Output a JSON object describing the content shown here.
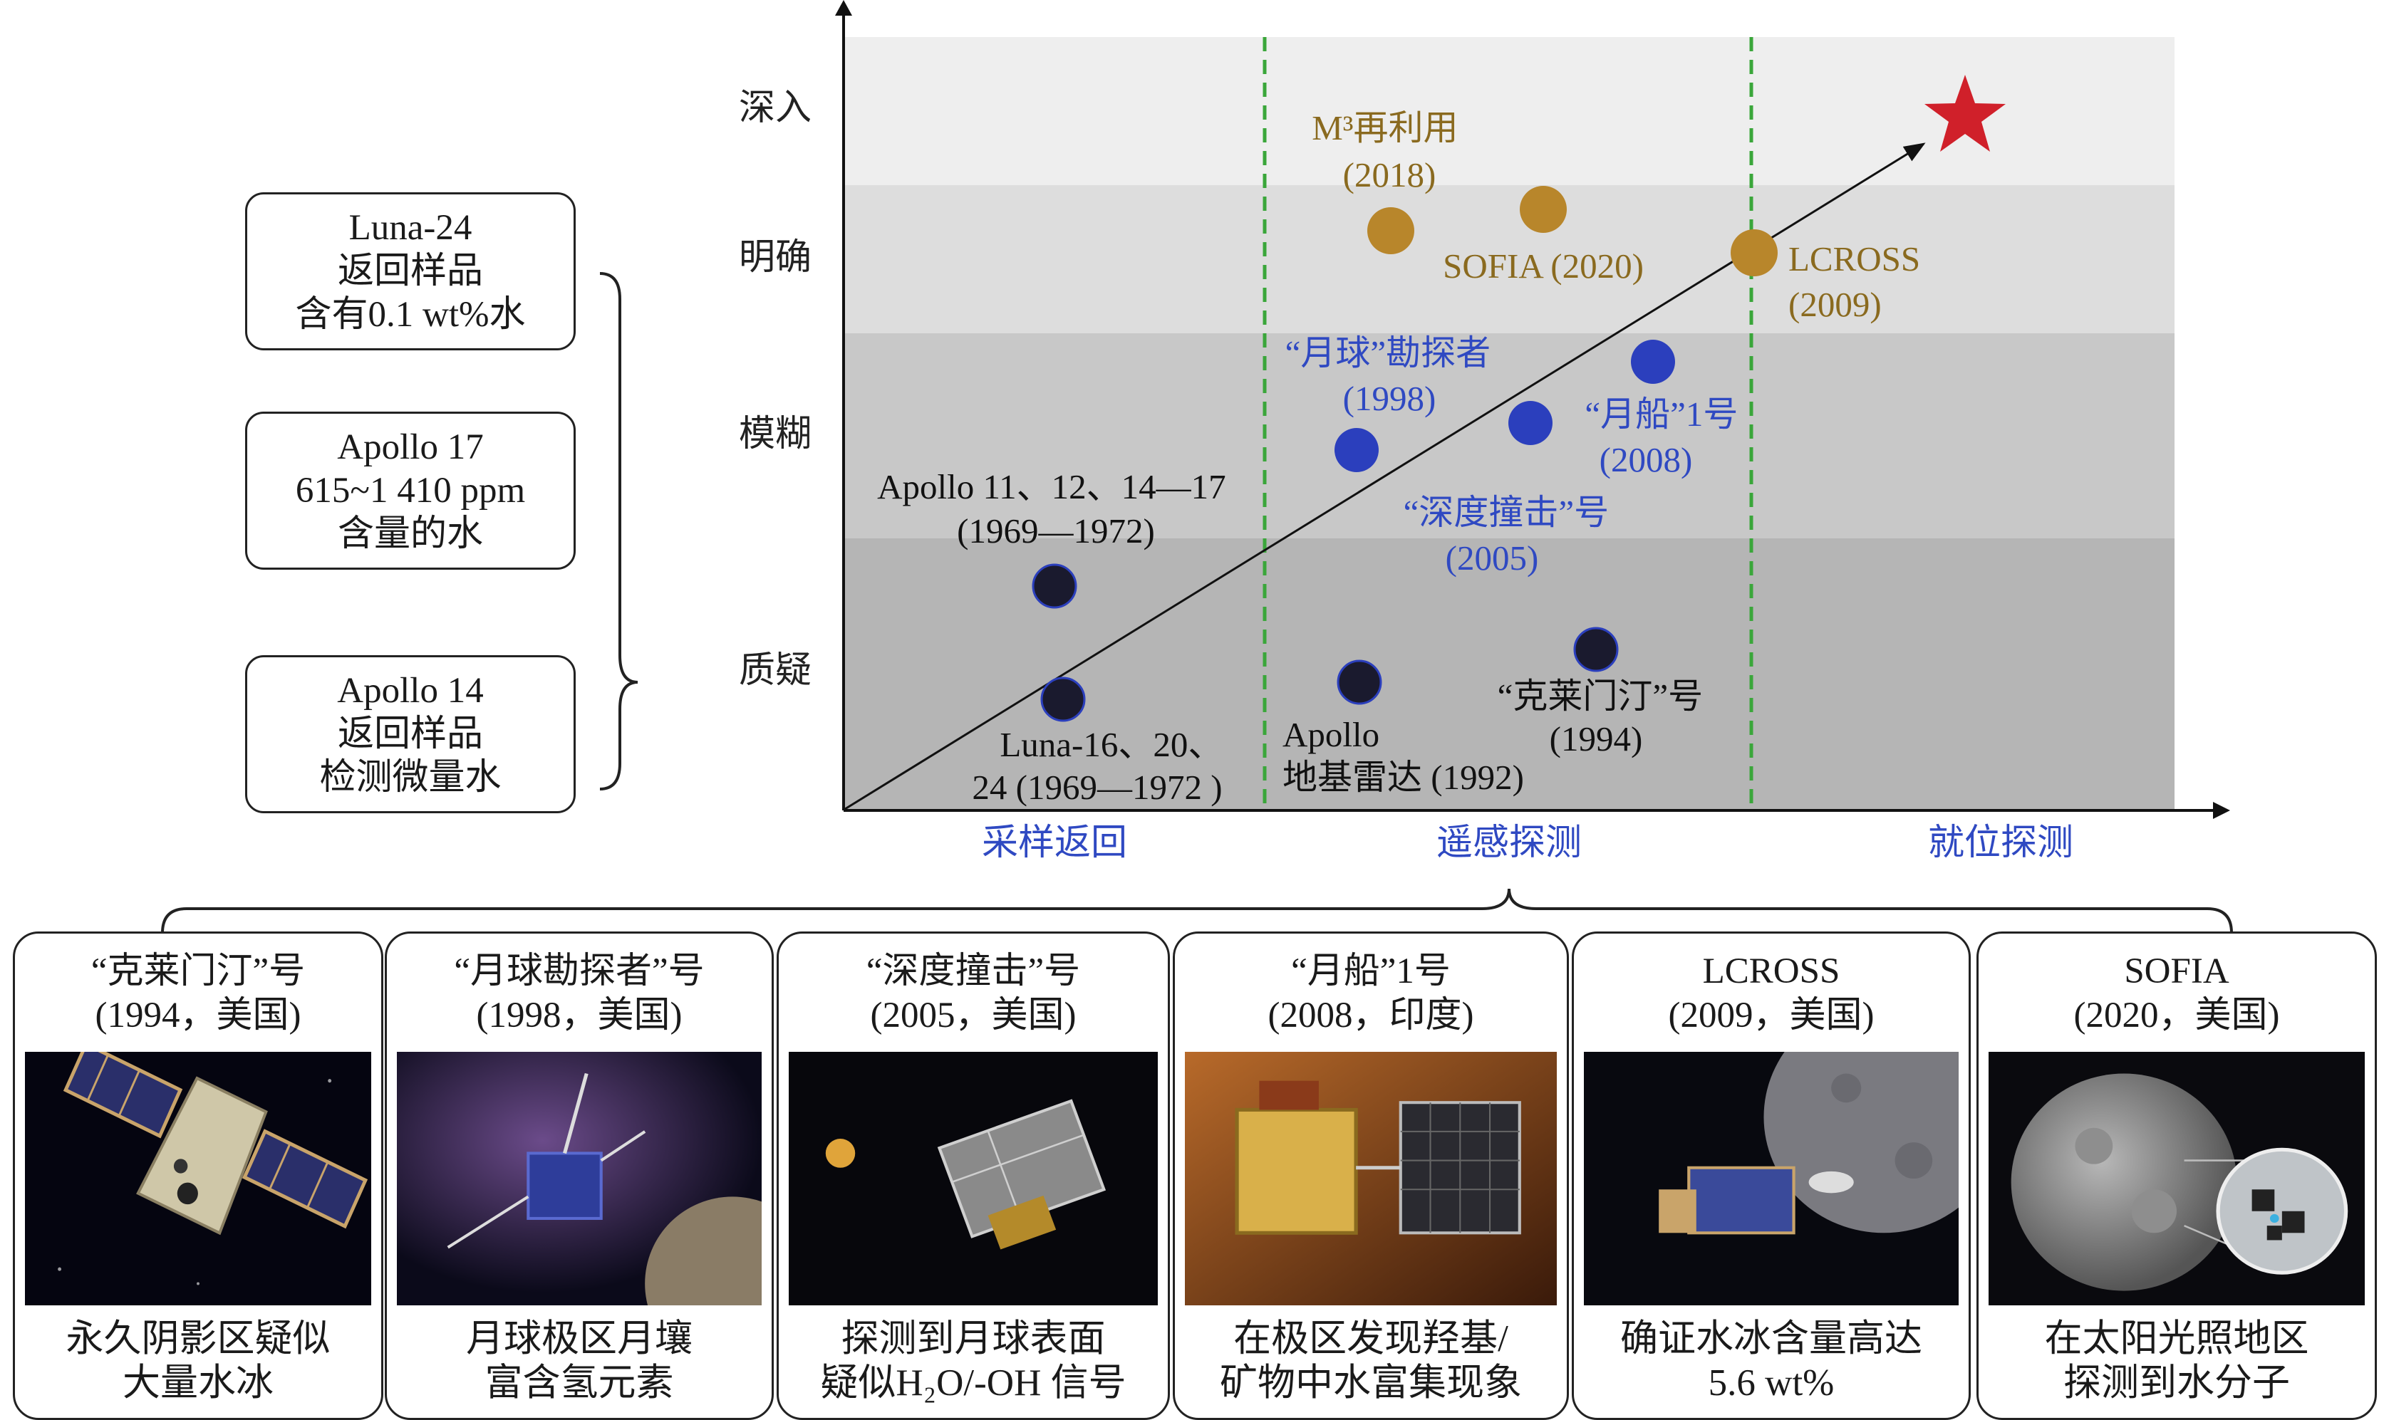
{
  "left_boxes": [
    {
      "lines": [
        "Luna-24",
        "返回样品",
        "含有0.1 wt%水"
      ]
    },
    {
      "lines": [
        "Apollo 17",
        "615~1 410 ppm",
        "含量的水"
      ]
    },
    {
      "lines": [
        "Apollo 14",
        "返回样品",
        "检测微量水"
      ]
    }
  ],
  "y_levels": [
    "深入",
    "明确",
    "模糊",
    "质疑"
  ],
  "x_categories": [
    "采样返回",
    "遥感探测",
    "就位探测"
  ],
  "missions": [
    {
      "label_lines": [
        "Apollo 11、12、14—17",
        "(1969—1972)"
      ],
      "color": "#1a1a2e"
    },
    {
      "label_lines": [
        "Luna-16、20、",
        "24 (1969—1972 )"
      ],
      "color": "#1a1a2e"
    },
    {
      "label_lines": [
        "Apollo",
        "地基雷达 (1992)"
      ],
      "color": "#1a1a2e"
    },
    {
      "label_lines": [
        "“克莱门汀”号",
        "(1994)"
      ],
      "color": "#1a1a2e"
    },
    {
      "label_lines": [
        "“深度撞击”号",
        "(2005)"
      ],
      "color": "#2b3fbd"
    },
    {
      "label_lines": [
        "“月球”勘探者",
        "(1998)"
      ],
      "color": "#2b3fbd"
    },
    {
      "label_lines": [
        "“月船”1号",
        "(2008)"
      ],
      "color": "#2b3fbd"
    },
    {
      "label_lines": [
        "M³再利用",
        "(2018)"
      ],
      "color": "#b8862b"
    },
    {
      "label_lines": [
        "SOFIA (2020)"
      ],
      "color": "#b8862b"
    },
    {
      "label_lines": [
        "LCROSS",
        "(2009)"
      ],
      "color": "#b8862b"
    }
  ],
  "colors": {
    "band_deep": "#eeeeee",
    "band_clear": "#dddddd",
    "band_vague": "#c8c8c8",
    "band_doubt": "#b5b5b5",
    "dash_green": "#3aa63a",
    "text_blue": "#2f49c2",
    "text_gold": "#8a6a1f",
    "star_red": "#d0202a"
  },
  "icons": {
    "goal": "star-icon"
  },
  "panels": [
    {
      "title": [
        "“克莱门汀”号",
        "(1994，美国)"
      ],
      "desc": [
        "永久阴影区疑似",
        "大量水冰"
      ]
    },
    {
      "title": [
        "“月球勘探者”号",
        "(1998，美国)"
      ],
      "desc": [
        "月球极区月壤",
        "富含氢元素"
      ]
    },
    {
      "title": [
        "“深度撞击”号",
        "(2005，美国)"
      ],
      "desc": [
        "探测到月球表面",
        "疑似H₂O/-OH 信号"
      ]
    },
    {
      "title": [
        "“月船”1号",
        "(2008，印度)"
      ],
      "desc": [
        "在极区发现羟基/",
        "矿物中水富集现象"
      ]
    },
    {
      "title": [
        "LCROSS",
        "(2009，美国)"
      ],
      "desc": [
        "确证水冰含量高达",
        "5.6 wt%"
      ]
    },
    {
      "title": [
        "SOFIA",
        "(2020，美国)"
      ],
      "desc": [
        "在太阳光照地区",
        "探测到水分子"
      ]
    }
  ]
}
